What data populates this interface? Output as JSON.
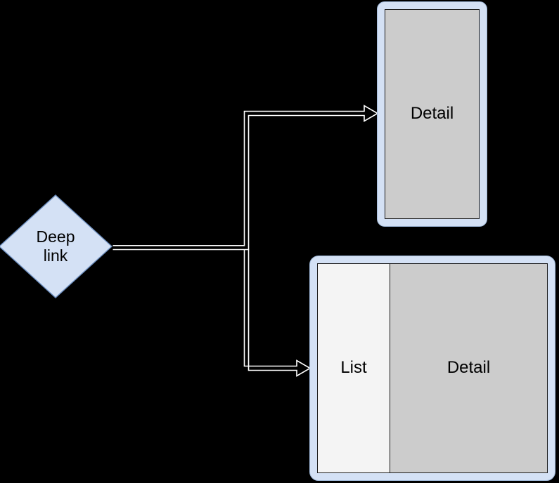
{
  "diagram": {
    "title": "Deep link navigation diagram",
    "background_color": "#000000",
    "type": "flowchart",
    "nodes": [
      {
        "id": "deep-link",
        "shape": "rhombus",
        "label": "Deep\nlink",
        "fill_color": "#d4e1f5",
        "stroke_color": "#6c8ebf",
        "text_color": "#000000"
      },
      {
        "id": "phone",
        "shape": "phone-portrait",
        "frame_color": "#d4e1f5",
        "screen_color": "#cccccc",
        "screen_label": "Detail",
        "text_color": "#000000"
      },
      {
        "id": "tablet",
        "shape": "tablet-landscape",
        "frame_color": "#d4e1f5",
        "list_pane_color": "#f4f4f4",
        "list_label": "List",
        "detail_pane_color": "#cccccc",
        "detail_label": "Detail",
        "text_color": "#000000"
      }
    ],
    "edges": [
      {
        "id": "edge-deeplink-to-phone",
        "from": "deep-link",
        "to": "phone",
        "label": "",
        "style": "orthogonal-open-arrow",
        "stroke_color": "#ffffff"
      },
      {
        "id": "edge-deeplink-to-tablet",
        "from": "deep-link",
        "to": "tablet",
        "label": "",
        "style": "orthogonal-open-arrow",
        "stroke_color": "#ffffff"
      }
    ]
  },
  "deeplink": {
    "label": "Deep\nlink"
  },
  "phone": {
    "detail_label": "Detail"
  },
  "tablet": {
    "list_label": "List",
    "detail_label": "Detail"
  }
}
